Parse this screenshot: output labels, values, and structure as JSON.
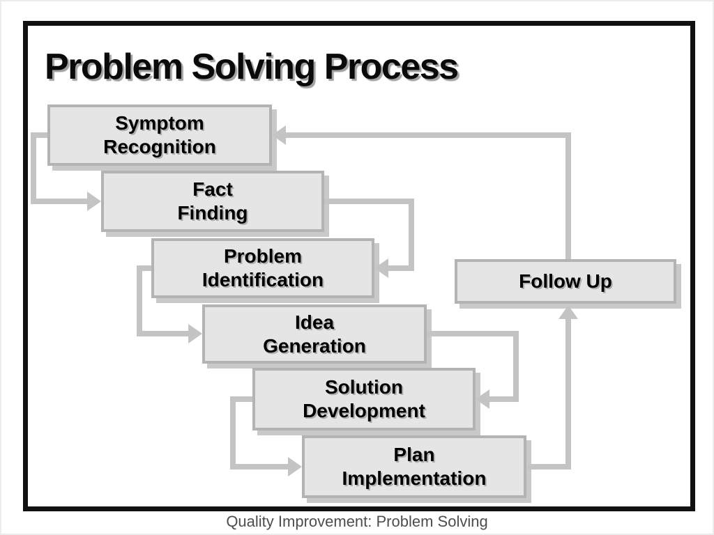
{
  "slide": {
    "title": "Problem Solving Process",
    "caption": "Quality Improvement: Problem Solving",
    "boxes": [
      {
        "name": "symptom-recognition",
        "lines": [
          "Symptom",
          "Recognition"
        ]
      },
      {
        "name": "fact-finding",
        "lines": [
          "Fact",
          "Finding"
        ]
      },
      {
        "name": "problem-identification",
        "lines": [
          "Problem",
          "Identification"
        ]
      },
      {
        "name": "idea-generation",
        "lines": [
          "Idea",
          "Generation"
        ]
      },
      {
        "name": "solution-development",
        "lines": [
          "Solution",
          "Development"
        ]
      },
      {
        "name": "plan-implementation",
        "lines": [
          "Plan",
          "Implementation"
        ]
      },
      {
        "name": "follow-up",
        "lines": [
          "Follow Up"
        ]
      }
    ],
    "connections": [
      "symptom-recognition -> fact-finding",
      "fact-finding -> problem-identification",
      "problem-identification -> idea-generation",
      "idea-generation -> solution-development",
      "solution-development -> plan-implementation",
      "plan-implementation -> follow-up",
      "follow-up -> symptom-recognition"
    ]
  },
  "colors": {
    "box_fill": "#e5e5e5",
    "box_border": "#b3b3b3",
    "box_shadow": "#c9c9c9",
    "connector": "#c4c4c4",
    "slide_border": "#111111",
    "title_text": "#0a0a0a",
    "caption_text": "#4d4d4d"
  }
}
